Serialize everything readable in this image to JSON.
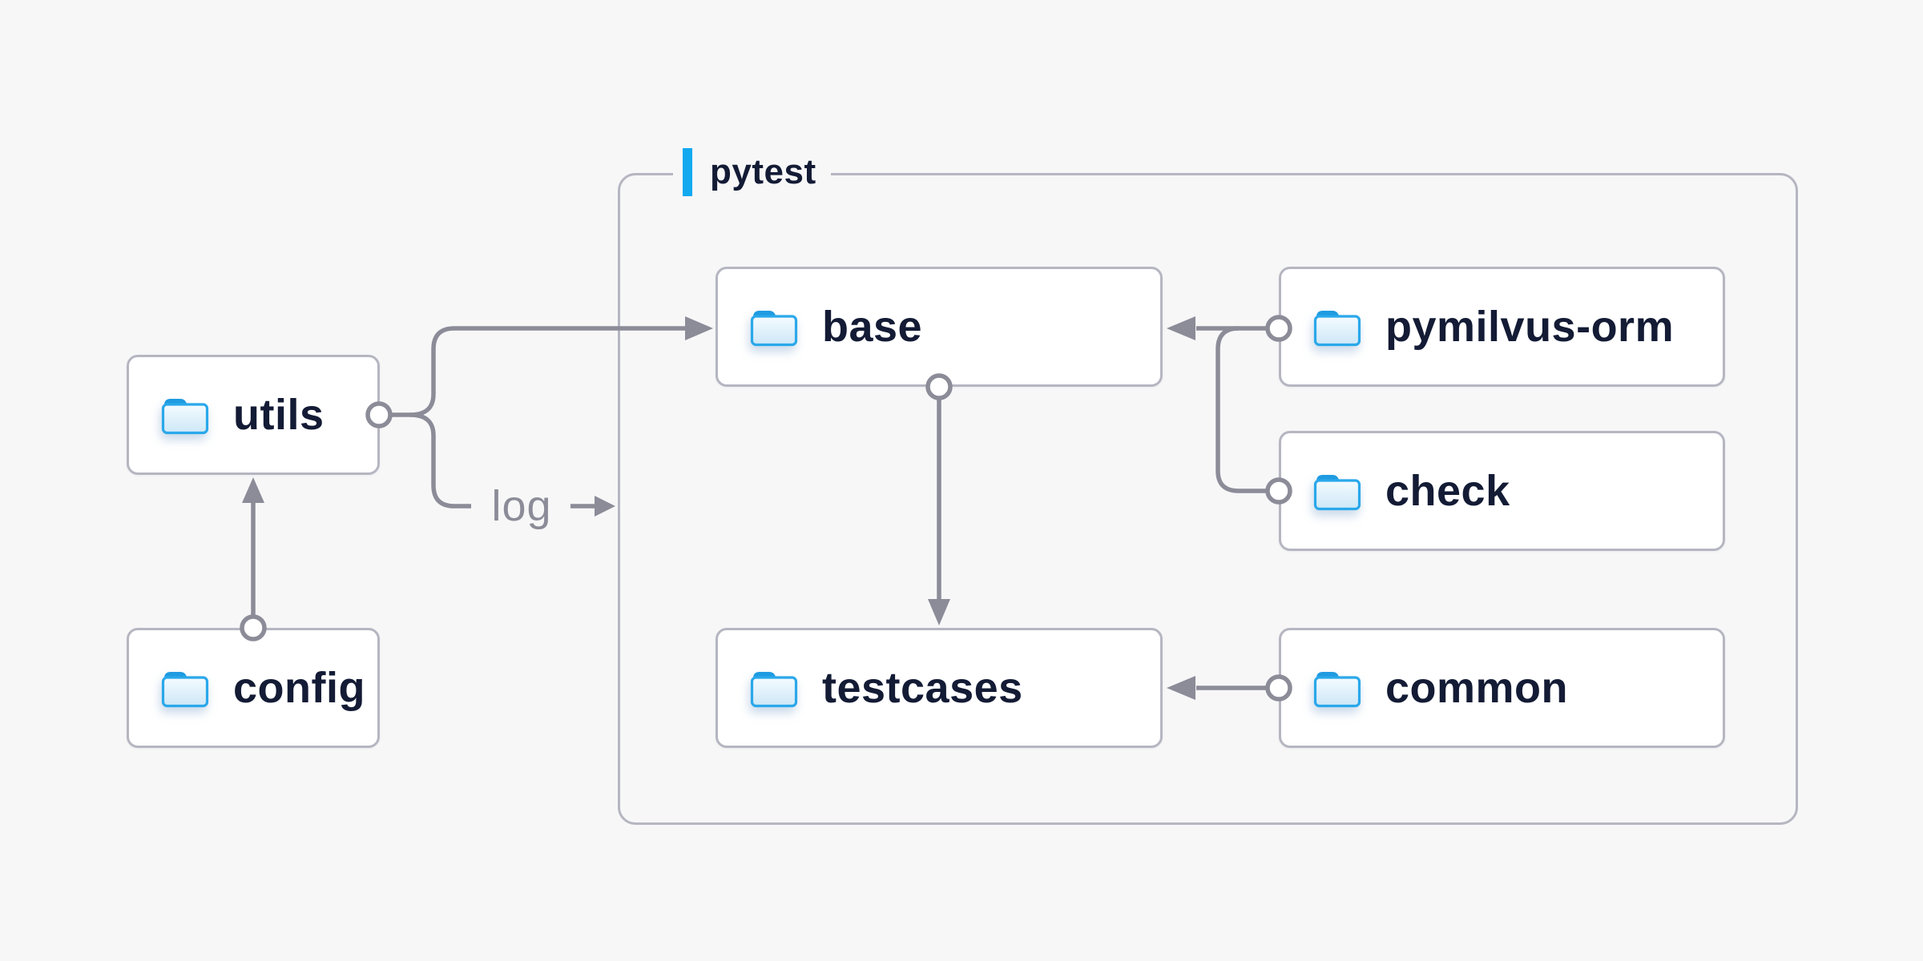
{
  "page": {
    "background_color": "#f7f7f8"
  },
  "container": {
    "label": "pytest",
    "accent_color": "#12a9f0",
    "border_color": "#b5b6c1"
  },
  "nodes": {
    "utils": {
      "label": "utils"
    },
    "config": {
      "label": "config"
    },
    "base": {
      "label": "base"
    },
    "testcases": {
      "label": "testcases"
    },
    "pymilvus": {
      "label": "pymilvus-orm"
    },
    "check": {
      "label": "check"
    },
    "common": {
      "label": "common"
    }
  },
  "edges": [
    {
      "from": "config",
      "to": "utils",
      "label": ""
    },
    {
      "from": "utils",
      "to": "base",
      "label": ""
    },
    {
      "from": "utils",
      "to": "pytest-container",
      "label": "log"
    },
    {
      "from": "base",
      "to": "testcases",
      "label": ""
    },
    {
      "from": "pymilvus-orm",
      "to": "base",
      "label": ""
    },
    {
      "from": "pymilvus-orm",
      "to": "check",
      "label": ""
    },
    {
      "from": "common",
      "to": "testcases",
      "label": ""
    }
  ],
  "colors": {
    "node_text": "#131b35",
    "node_background": "#ffffff",
    "node_border": "#b5b6c1",
    "edge_gray": "#8b8c98",
    "folder_blue": "#2aa8ea",
    "folder_tab_blue": "#1f9be1",
    "accent_blue": "#12a9f0"
  }
}
